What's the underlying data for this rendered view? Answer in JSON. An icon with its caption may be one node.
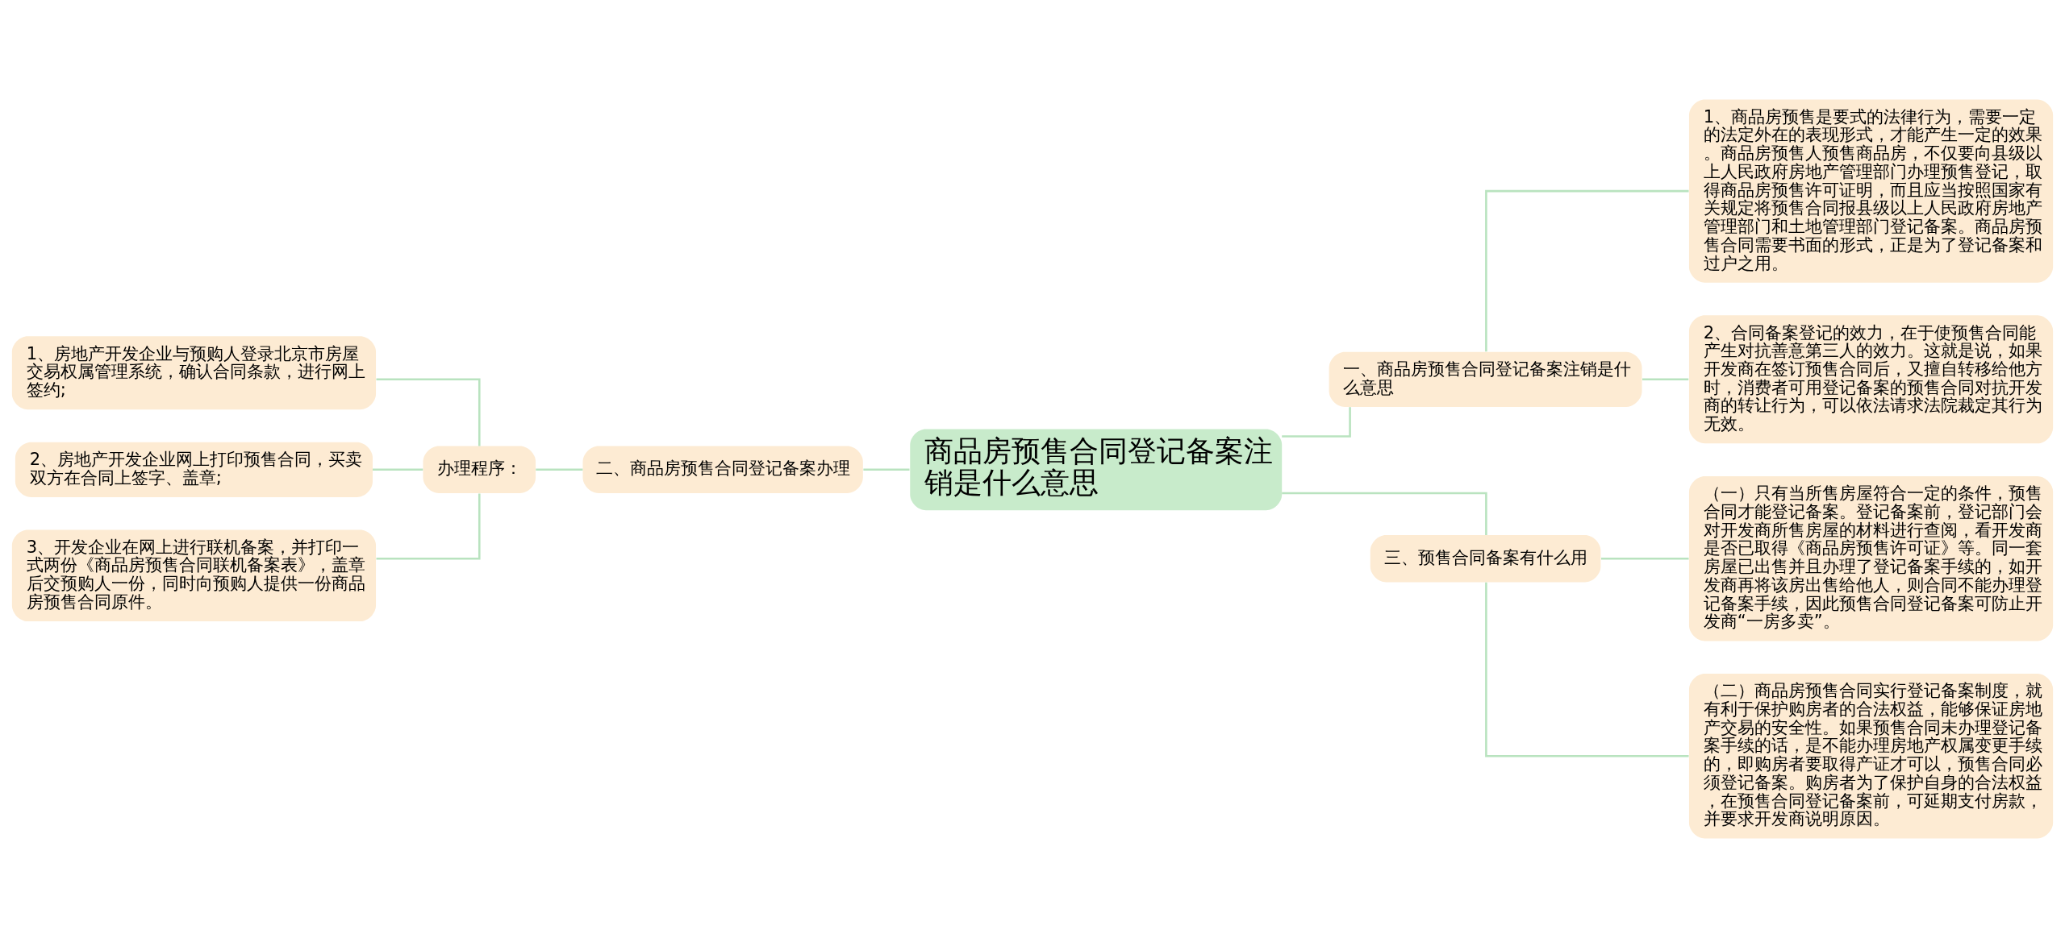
{
  "diagram": {
    "nodes": [
      {
        "text": [
          "商品房预售合同登记备案注销是什么意思"
        ]
      },
      {
        "text": [
          "一、商品房预售合同登记备案注销是什么意思"
        ]
      },
      {
        "text": [
          "1、商品房预售是要式的法律行为，需要一定的法定外在的表现形式，才能产生一定的效果。商品房预售人预售商品房，不仅要向县级以上人民政府房地产管理部门办理预售登记，取得商品房预售许可证明，而且应当按照国家有关规定将预售合同报县级以上人民政府房地产管理部门和土地管理部门登记备案。商品房预售合同需要书面的形式，正是为了登记备案和过户之用。"
        ]
      },
      {
        "text": [
          "2、合同备案登记的效力，在于使预售合同能产生对抗善意第三人的效力。这就是说，如果开发商在签订预售合同后，又擅自转移给他方时，消费者可用登记备案的预售合同对抗开发商的转让行为，可以依法请求法院裁定其行为无效。"
        ]
      },
      {
        "text": [
          "二、商品房预售合同登记备案办理"
        ]
      },
      {
        "text": [
          "办理程序："
        ]
      },
      {
        "text": [
          "1、房地产开发企业与预购人登录北京市房屋交易权属管理系统，确认合同条款，进行网上签约;"
        ]
      },
      {
        "text": [
          "2、房地产开发企业网上打印预售合同，买卖双方在合同上签字、盖章;"
        ]
      },
      {
        "text": [
          "3、开发企业在网上进行联机备案，并打印一式两份《商品房预售合同联机备案表》，盖章后交预购人一份，同时向预购人提供一份商品房预售合同原件。"
        ]
      },
      {
        "text": [
          "三、预售合同备案有什么用"
        ]
      },
      {
        "text": [
          "（一）只有当所售房屋符合一定的条件，预售合同才能登记备案。登记备案前，登记部门会对开发商所售房屋的材料进行查阅，看开发商是否已取得《商品房预售许可证》等。同一套房屋已出售并且办理了登记备案手续的，如开发商再将该房出售给他人，则合同不能办理登记备案手续，因此预售合同登记备案可防止开发商“一房多卖”。"
        ]
      },
      {
        "text": [
          "（二）商品房预售合同实行登记备案制度，就有利于保护购房者的合法权益，能够保证房地产交易的安全性。如果预售合同未办理登记备案手续的话，是不能办理房地产权属变更手续的，即购房者要取得产证才可以，预售合同必须登记备案。购房者为了保护自身的合法权益，在预售合同登记备案前，可延期支付房款，并要求开发商说明原因。"
        ]
      }
    ],
    "edges": [
      {
        "from": 0,
        "to": 1,
        "arrow": "none"
      },
      {
        "from": 1,
        "to": 2,
        "arrow": "none"
      },
      {
        "from": 1,
        "to": 3,
        "arrow": "none"
      },
      {
        "from": 0,
        "to": 4,
        "arrow": "none"
      },
      {
        "from": 4,
        "to": 5,
        "arrow": "none"
      },
      {
        "from": 5,
        "to": 6,
        "arrow": "none"
      },
      {
        "from": 5,
        "to": 7,
        "arrow": "none"
      },
      {
        "from": 5,
        "to": 8,
        "arrow": "none"
      },
      {
        "from": 0,
        "to": 9,
        "arrow": "none"
      },
      {
        "from": 9,
        "to": 10,
        "arrow": "none"
      },
      {
        "from": 9,
        "to": 11,
        "arrow": "none"
      }
    ]
  }
}
